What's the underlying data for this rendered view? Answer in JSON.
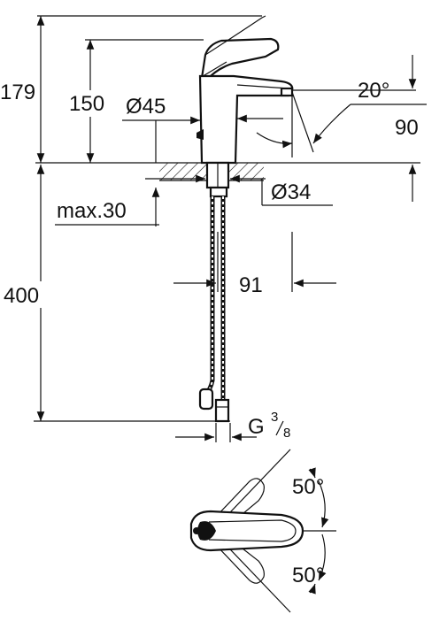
{
  "dimensions": {
    "total_height": "179",
    "body_height": "150",
    "body_diameter": "Ø45",
    "spout_angle": "20°",
    "spout_height": "90",
    "shank_diameter": "Ø34",
    "max_deck_thickness": "max.30",
    "hose_length": "400",
    "projection": "91",
    "connection_thread": "G",
    "connection_num": "3",
    "connection_den": "8",
    "lever_angle_top": "50°",
    "lever_angle_bottom": "50°"
  }
}
